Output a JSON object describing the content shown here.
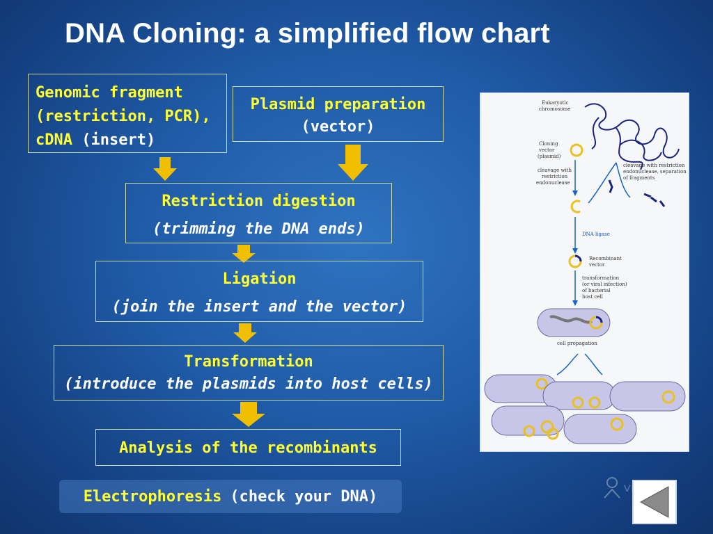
{
  "title": "DNA Cloning: a simplified flow chart",
  "boxes": {
    "genomic": {
      "line1": "Genomic fragment",
      "line2": "(restriction, PCR),",
      "line3_yellow": "cDNA",
      "line3_white": "(insert)"
    },
    "plasmid": {
      "line1": "Plasmid preparation",
      "line2": "(vector)"
    },
    "restriction": {
      "line1": "Restriction digestion",
      "line2": "(trimming the DNA ends)"
    },
    "ligation": {
      "line1": "Ligation",
      "line2": "(join the insert and the vector)"
    },
    "transformation": {
      "line1": "Transformation",
      "line2": "(introduce the plasmids into host cells)"
    },
    "analysis": {
      "line1": "Analysis of the recombinants"
    }
  },
  "electrophoresis": {
    "label_yellow": "Electrophoresis",
    "label_white": "(check your DNA)"
  },
  "figure_labels": {
    "chromosome": [
      "Eukaryotic",
      "chromosome"
    ],
    "vector": [
      "Cloning",
      "vector",
      "(plasmid)"
    ],
    "cleavage_left": [
      "cleavage with",
      "restriction",
      "endonuclease"
    ],
    "cleavage_right": [
      "cleavage with restriction",
      "endonuclease, separation",
      "of fragments"
    ],
    "ligase": "DNA ligase",
    "recombinant": [
      "Recombinant",
      "vector"
    ],
    "transformation": [
      "transformation",
      "(or viral infection)",
      "of bacterial",
      "host cell"
    ],
    "propagation": "cell propagation"
  },
  "watermark": "VIDEO",
  "icons": {
    "arrow": "down-arrow-icon",
    "nav": "previous-slide-icon",
    "watermark": "person-icon"
  },
  "colors": {
    "accent_text": "#ffff33",
    "arrow": "#f0c000"
  }
}
